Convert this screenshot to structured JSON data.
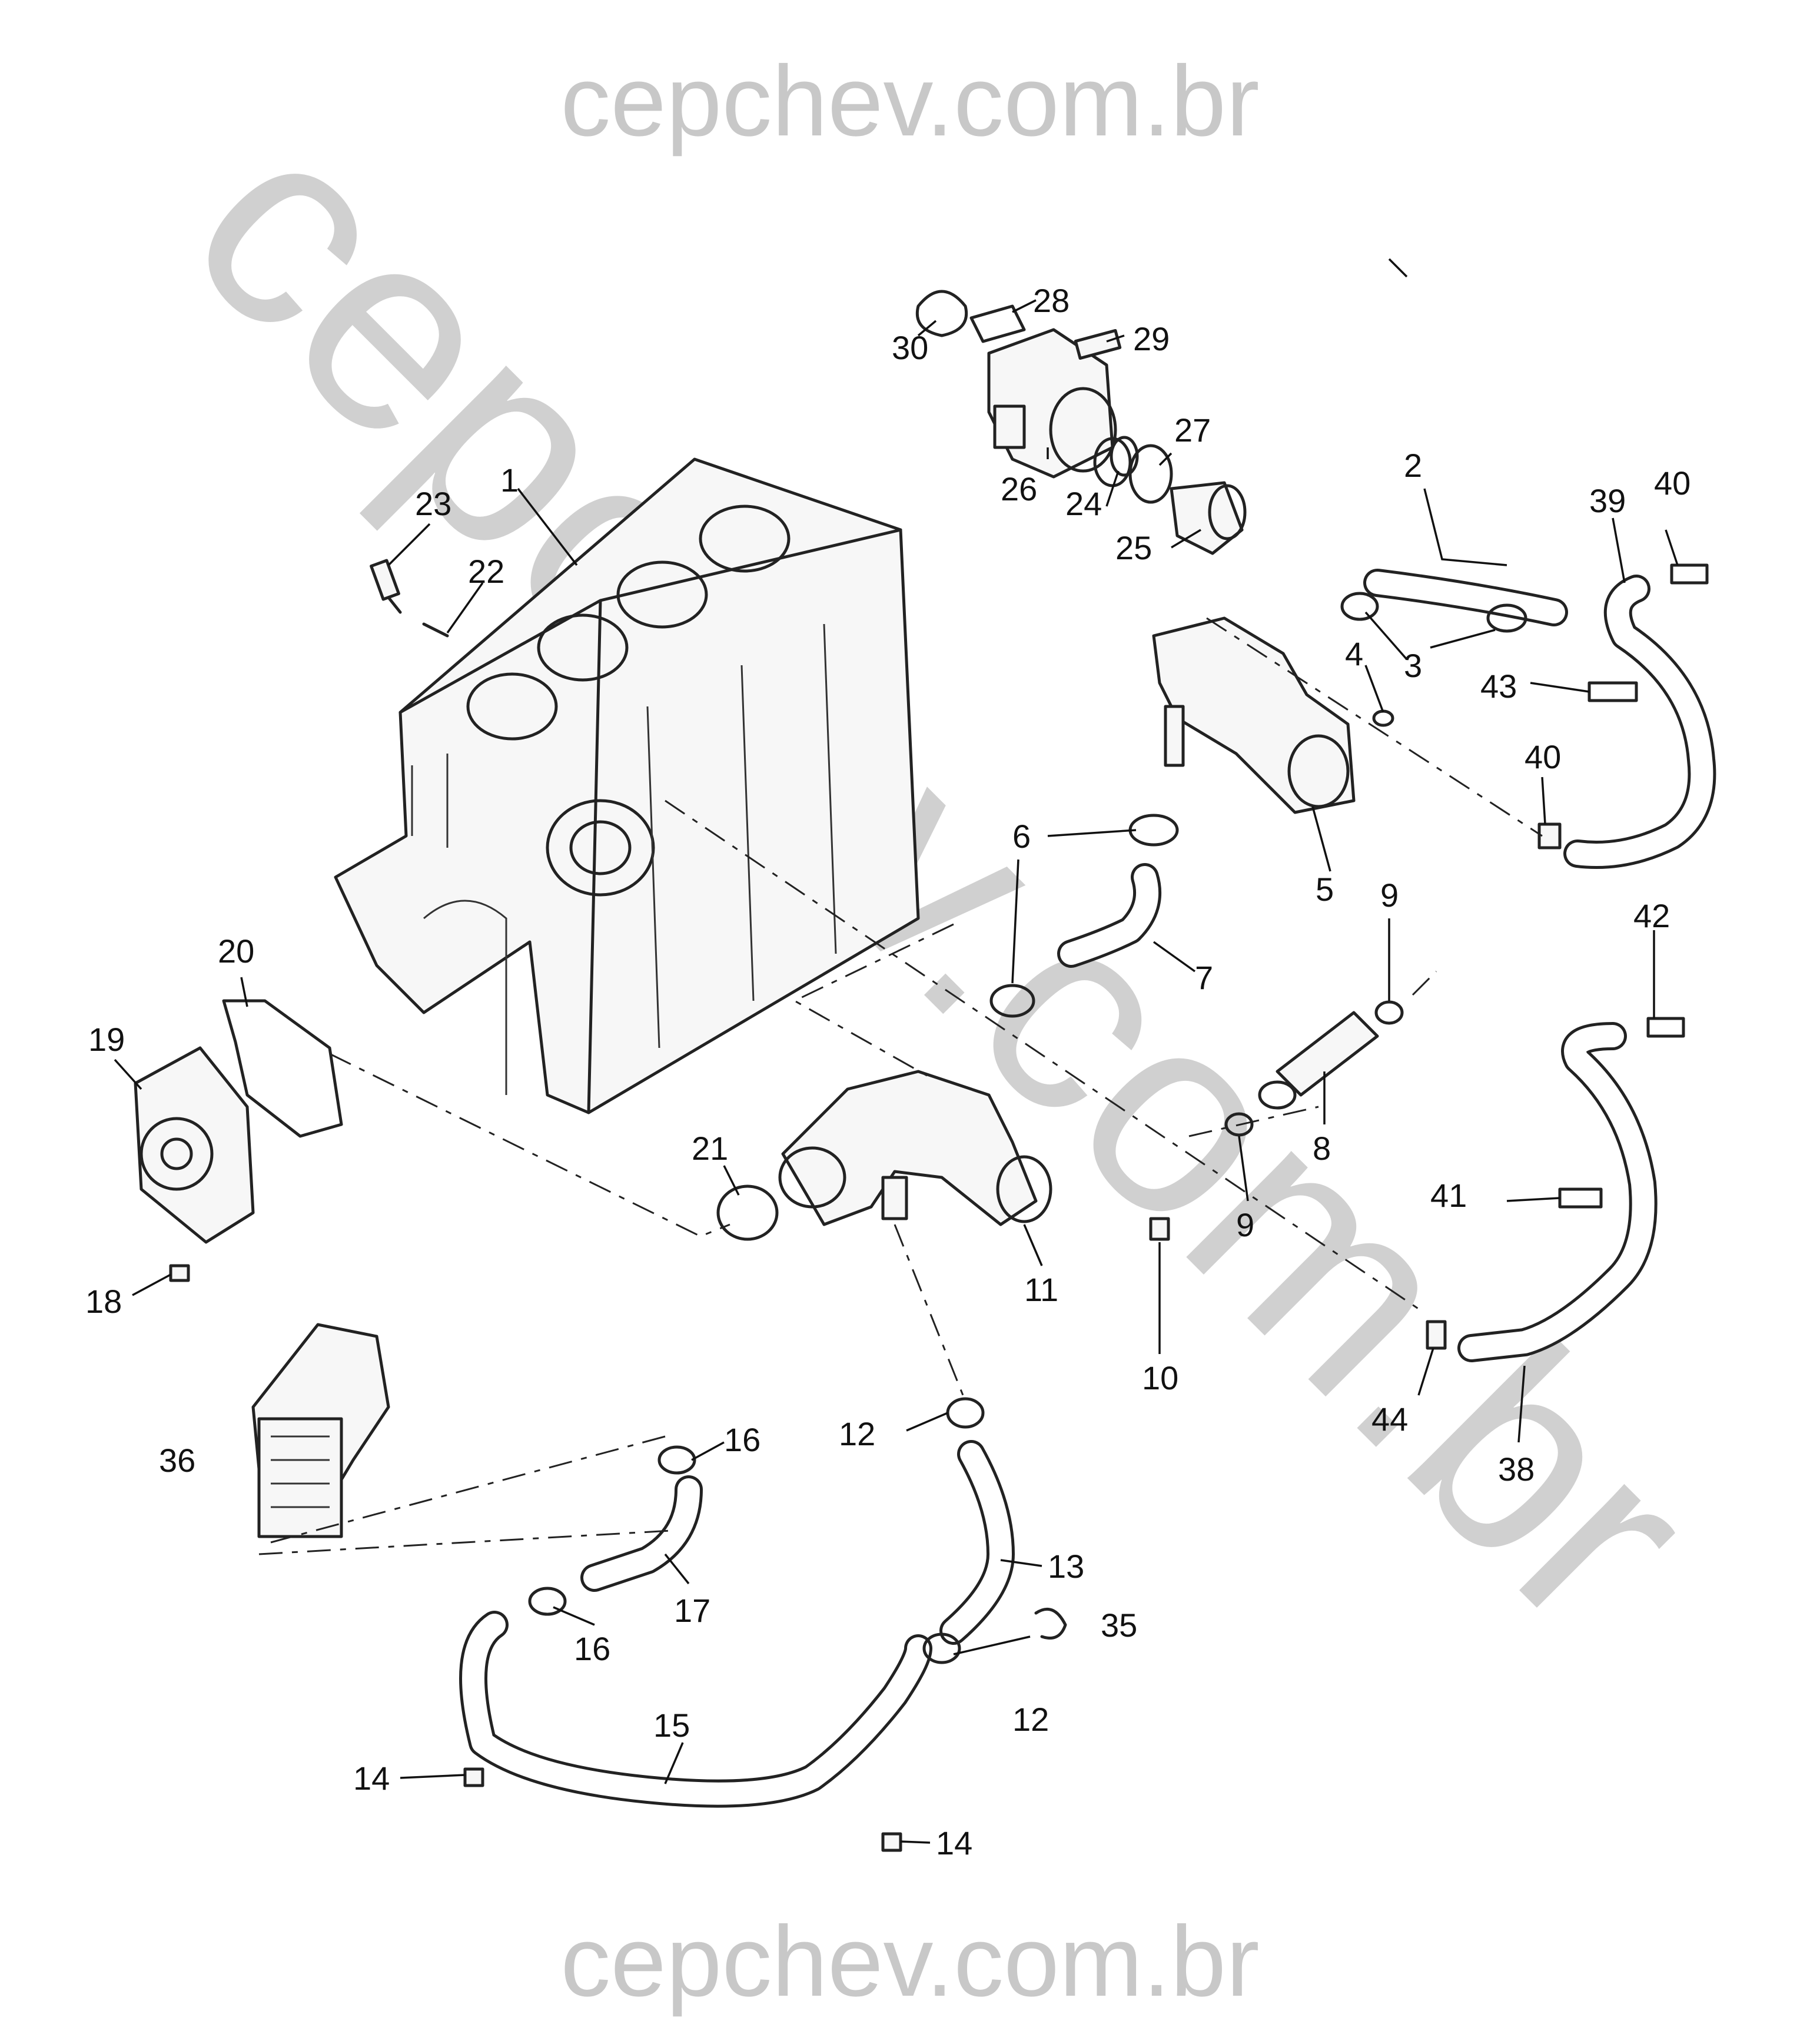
{
  "watermark": {
    "top": "cepchev.com.br",
    "diagonal": "cepchev.com.br",
    "bottom": "cepchev.com.br",
    "color": "#c8c8c8"
  },
  "callouts": [
    {
      "id": "1",
      "label": "1"
    },
    {
      "id": "2",
      "label": "2"
    },
    {
      "id": "3",
      "label": "3"
    },
    {
      "id": "4",
      "label": "4"
    },
    {
      "id": "5",
      "label": "5"
    },
    {
      "id": "6",
      "label": "6"
    },
    {
      "id": "7",
      "label": "7"
    },
    {
      "id": "8",
      "label": "8"
    },
    {
      "id": "9a",
      "label": "9"
    },
    {
      "id": "9b",
      "label": "9"
    },
    {
      "id": "10",
      "label": "10"
    },
    {
      "id": "11",
      "label": "11"
    },
    {
      "id": "12a",
      "label": "12"
    },
    {
      "id": "12b",
      "label": "12"
    },
    {
      "id": "13",
      "label": "13"
    },
    {
      "id": "14a",
      "label": "14"
    },
    {
      "id": "14b",
      "label": "14"
    },
    {
      "id": "15",
      "label": "15"
    },
    {
      "id": "16a",
      "label": "16"
    },
    {
      "id": "16b",
      "label": "16"
    },
    {
      "id": "17",
      "label": "17"
    },
    {
      "id": "18",
      "label": "18"
    },
    {
      "id": "19",
      "label": "19"
    },
    {
      "id": "20",
      "label": "20"
    },
    {
      "id": "21",
      "label": "21"
    },
    {
      "id": "22",
      "label": "22"
    },
    {
      "id": "23",
      "label": "23"
    },
    {
      "id": "24",
      "label": "24"
    },
    {
      "id": "25",
      "label": "25"
    },
    {
      "id": "26",
      "label": "26"
    },
    {
      "id": "27",
      "label": "27"
    },
    {
      "id": "28",
      "label": "28"
    },
    {
      "id": "29",
      "label": "29"
    },
    {
      "id": "30",
      "label": "30"
    },
    {
      "id": "35",
      "label": "35"
    },
    {
      "id": "36",
      "label": "36"
    },
    {
      "id": "38",
      "label": "38"
    },
    {
      "id": "39",
      "label": "39"
    },
    {
      "id": "40a",
      "label": "40"
    },
    {
      "id": "40b",
      "label": "40"
    },
    {
      "id": "41",
      "label": "41"
    },
    {
      "id": "42",
      "label": "42"
    },
    {
      "id": "43",
      "label": "43"
    },
    {
      "id": "44",
      "label": "44"
    }
  ]
}
